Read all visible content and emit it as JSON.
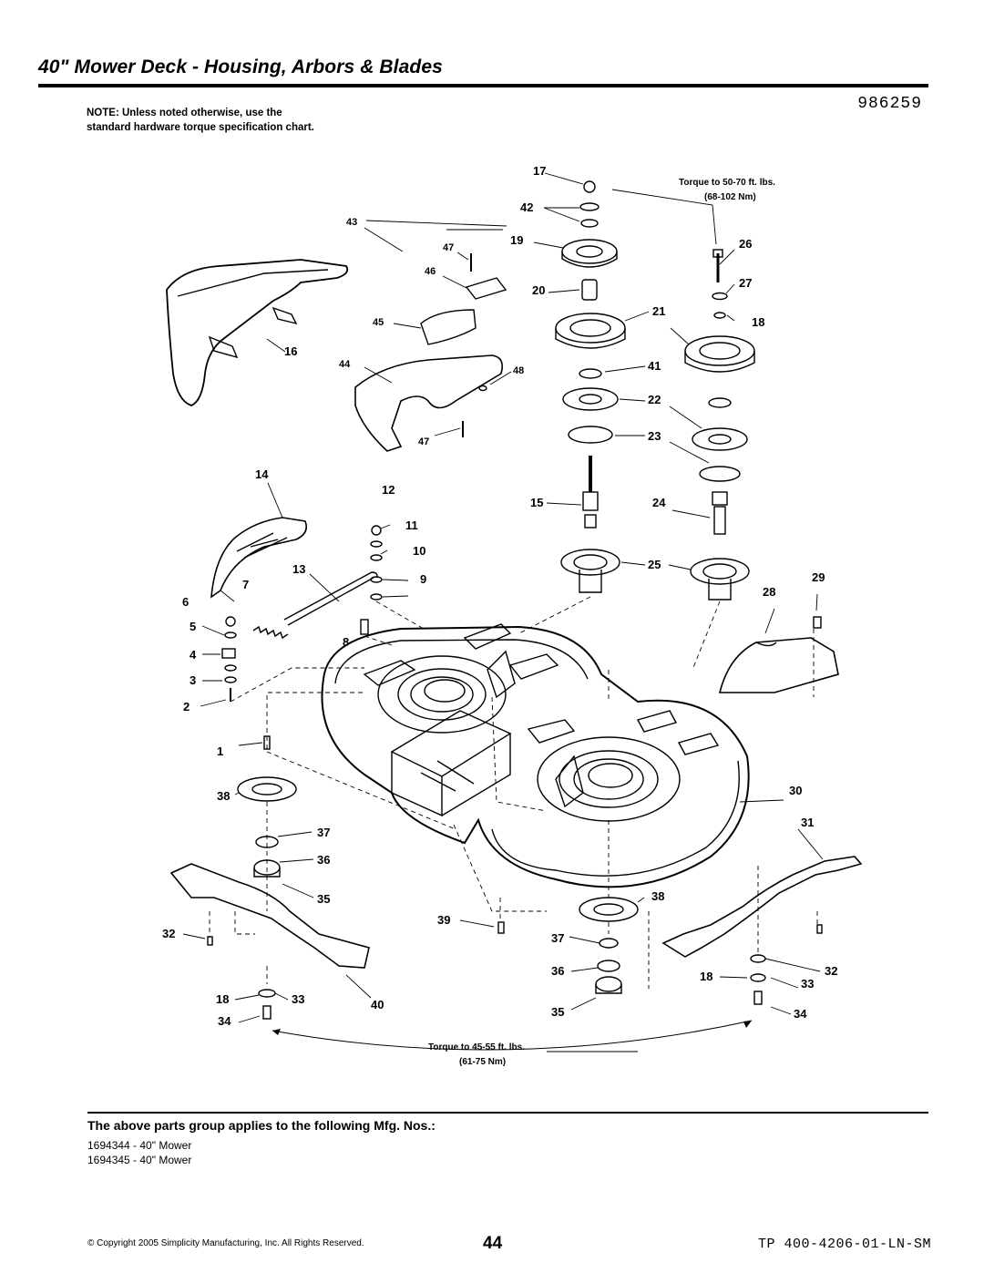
{
  "page": {
    "title": "40\" Mower Deck - Housing, Arbors & Blades",
    "part_number": "986259",
    "note": "NOTE: Unless noted otherwise, use the standard hardware torque specification chart."
  },
  "torque_notes": {
    "upper_line1": "Torque to 50-70 ft. lbs.",
    "upper_line2": "(68-102 Nm)",
    "lower_line1": "Torque to 45-55 ft. lbs.",
    "lower_line2": "(61-75 Nm)"
  },
  "callouts": [
    "1",
    "2",
    "3",
    "4",
    "5",
    "6",
    "7",
    "8",
    "9",
    "10",
    "11",
    "12",
    "13",
    "14",
    "15",
    "16",
    "17",
    "18",
    "19",
    "20",
    "21",
    "22",
    "23",
    "24",
    "25",
    "26",
    "27",
    "28",
    "29",
    "30",
    "31",
    "32",
    "33",
    "34",
    "35",
    "36",
    "37",
    "38",
    "39",
    "40",
    "41",
    "42",
    "43",
    "44",
    "45",
    "46",
    "47",
    "48"
  ],
  "labels": {
    "c17": "17",
    "c42": "42",
    "c19": "19",
    "c20": "20",
    "c21": "21",
    "c41": "41",
    "c22": "22",
    "c23": "23",
    "c15": "15",
    "c24": "24",
    "c25": "25",
    "c26": "26",
    "c27": "27",
    "c18a": "18",
    "c28": "28",
    "c29": "29",
    "c43": "43",
    "c47a": "47",
    "c46": "46",
    "c45": "45",
    "c44": "44",
    "c48": "48",
    "c47b": "47",
    "c16": "16",
    "c14": "14",
    "c12": "12",
    "c11": "11",
    "c10": "10",
    "c13": "13",
    "c9": "9",
    "c7": "7",
    "c6": "6",
    "c5": "5",
    "c8": "8",
    "c4": "4",
    "c3": "3",
    "c2": "2",
    "c1": "1",
    "c38a": "38",
    "c37a": "37",
    "c36a": "36",
    "c35a": "35",
    "c32a": "32",
    "c18b": "18",
    "c33a": "33",
    "c40": "40",
    "c34a": "34",
    "c30": "30",
    "c31": "31",
    "c38b": "38",
    "c39": "39",
    "c37b": "37",
    "c36b": "36",
    "c35b": "35",
    "c32b": "32",
    "c18c": "18",
    "c33b": "33",
    "c34b": "34"
  },
  "footer": {
    "applies_heading": "The above parts group applies to the following Mfg. Nos.:",
    "mfg_numbers": [
      "1694344 - 40\" Mower",
      "1694345 - 40\" Mower"
    ],
    "copyright": "© Copyright 2005 Simplicity Manufacturing, Inc. All Rights Reserved.",
    "page_number": "44",
    "doc_id": "TP 400-4206-01-LN-SM"
  }
}
